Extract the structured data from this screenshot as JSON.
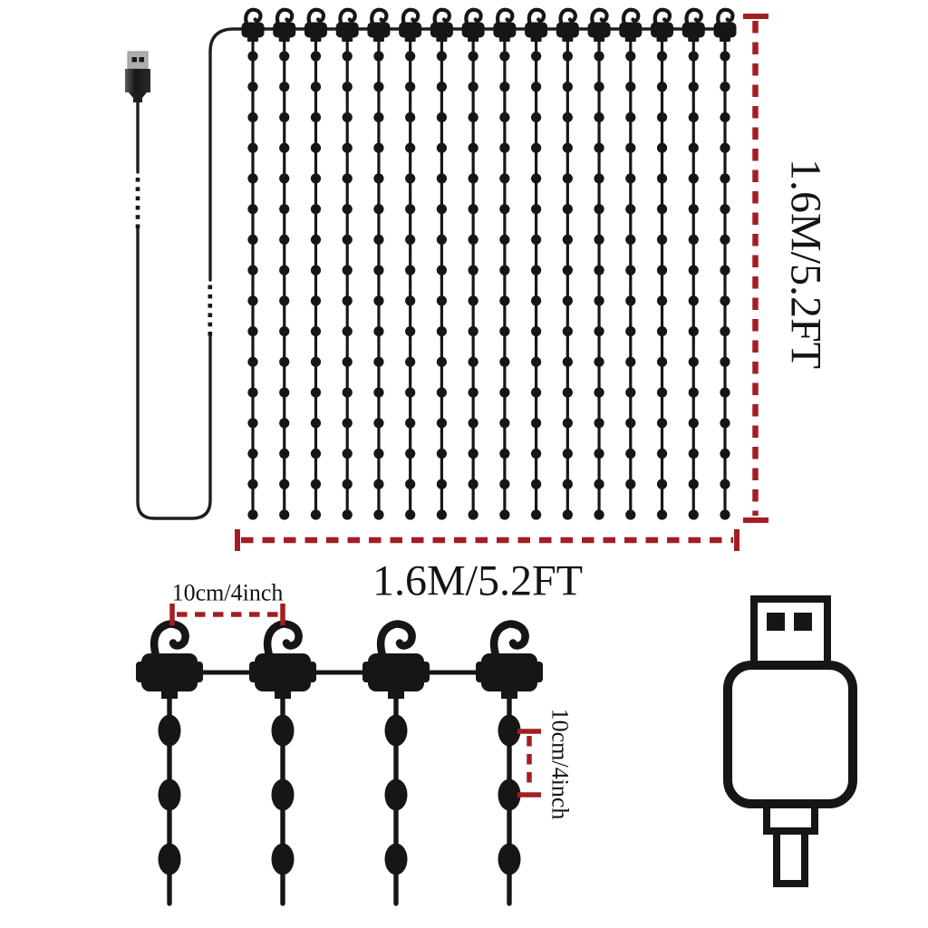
{
  "colors": {
    "ink": "#161616",
    "dimension_red": "#a31e23",
    "background": "#ffffff",
    "usb_metal": "#aeaeae"
  },
  "curtain": {
    "strand_count": 16,
    "lights_per_strand": 16,
    "height_label": "1.6M/5.2FT",
    "width_label": "1.6M/5.2FT"
  },
  "detail": {
    "hook_count": 4,
    "bulbs_per_strand": 3,
    "hook_spacing_label": "10cm/4inch",
    "bulb_spacing_label": "10cm/4inch"
  },
  "icons": {
    "usb_connector": "usb-plug-filled-icon",
    "usb_plug_outline": "usb-plug-outline-icon",
    "hook": "hook-icon"
  }
}
